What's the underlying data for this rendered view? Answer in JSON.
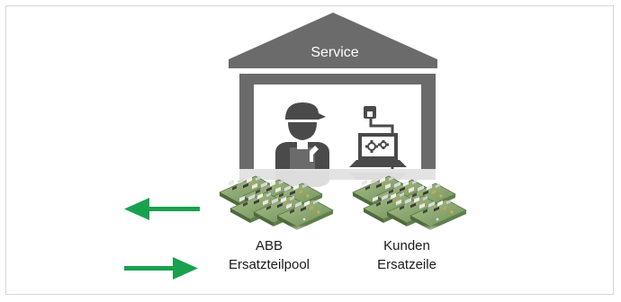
{
  "roof": {
    "label": "Service",
    "color": "#6b6b6b"
  },
  "icons": {
    "technician": "technician-icon",
    "laptop": "laptop-gears-icon",
    "board": "circuit-board-icon",
    "arrow_left": "arrow-left-icon",
    "arrow_right": "arrow-right-icon"
  },
  "arrows": {
    "color": "#1aa14e"
  },
  "captions": {
    "abb_line1": "ABB",
    "abb_line2": "Ersatzteilpool",
    "kunden_line1": "Kunden",
    "kunden_line2": "Ersatzeile"
  }
}
